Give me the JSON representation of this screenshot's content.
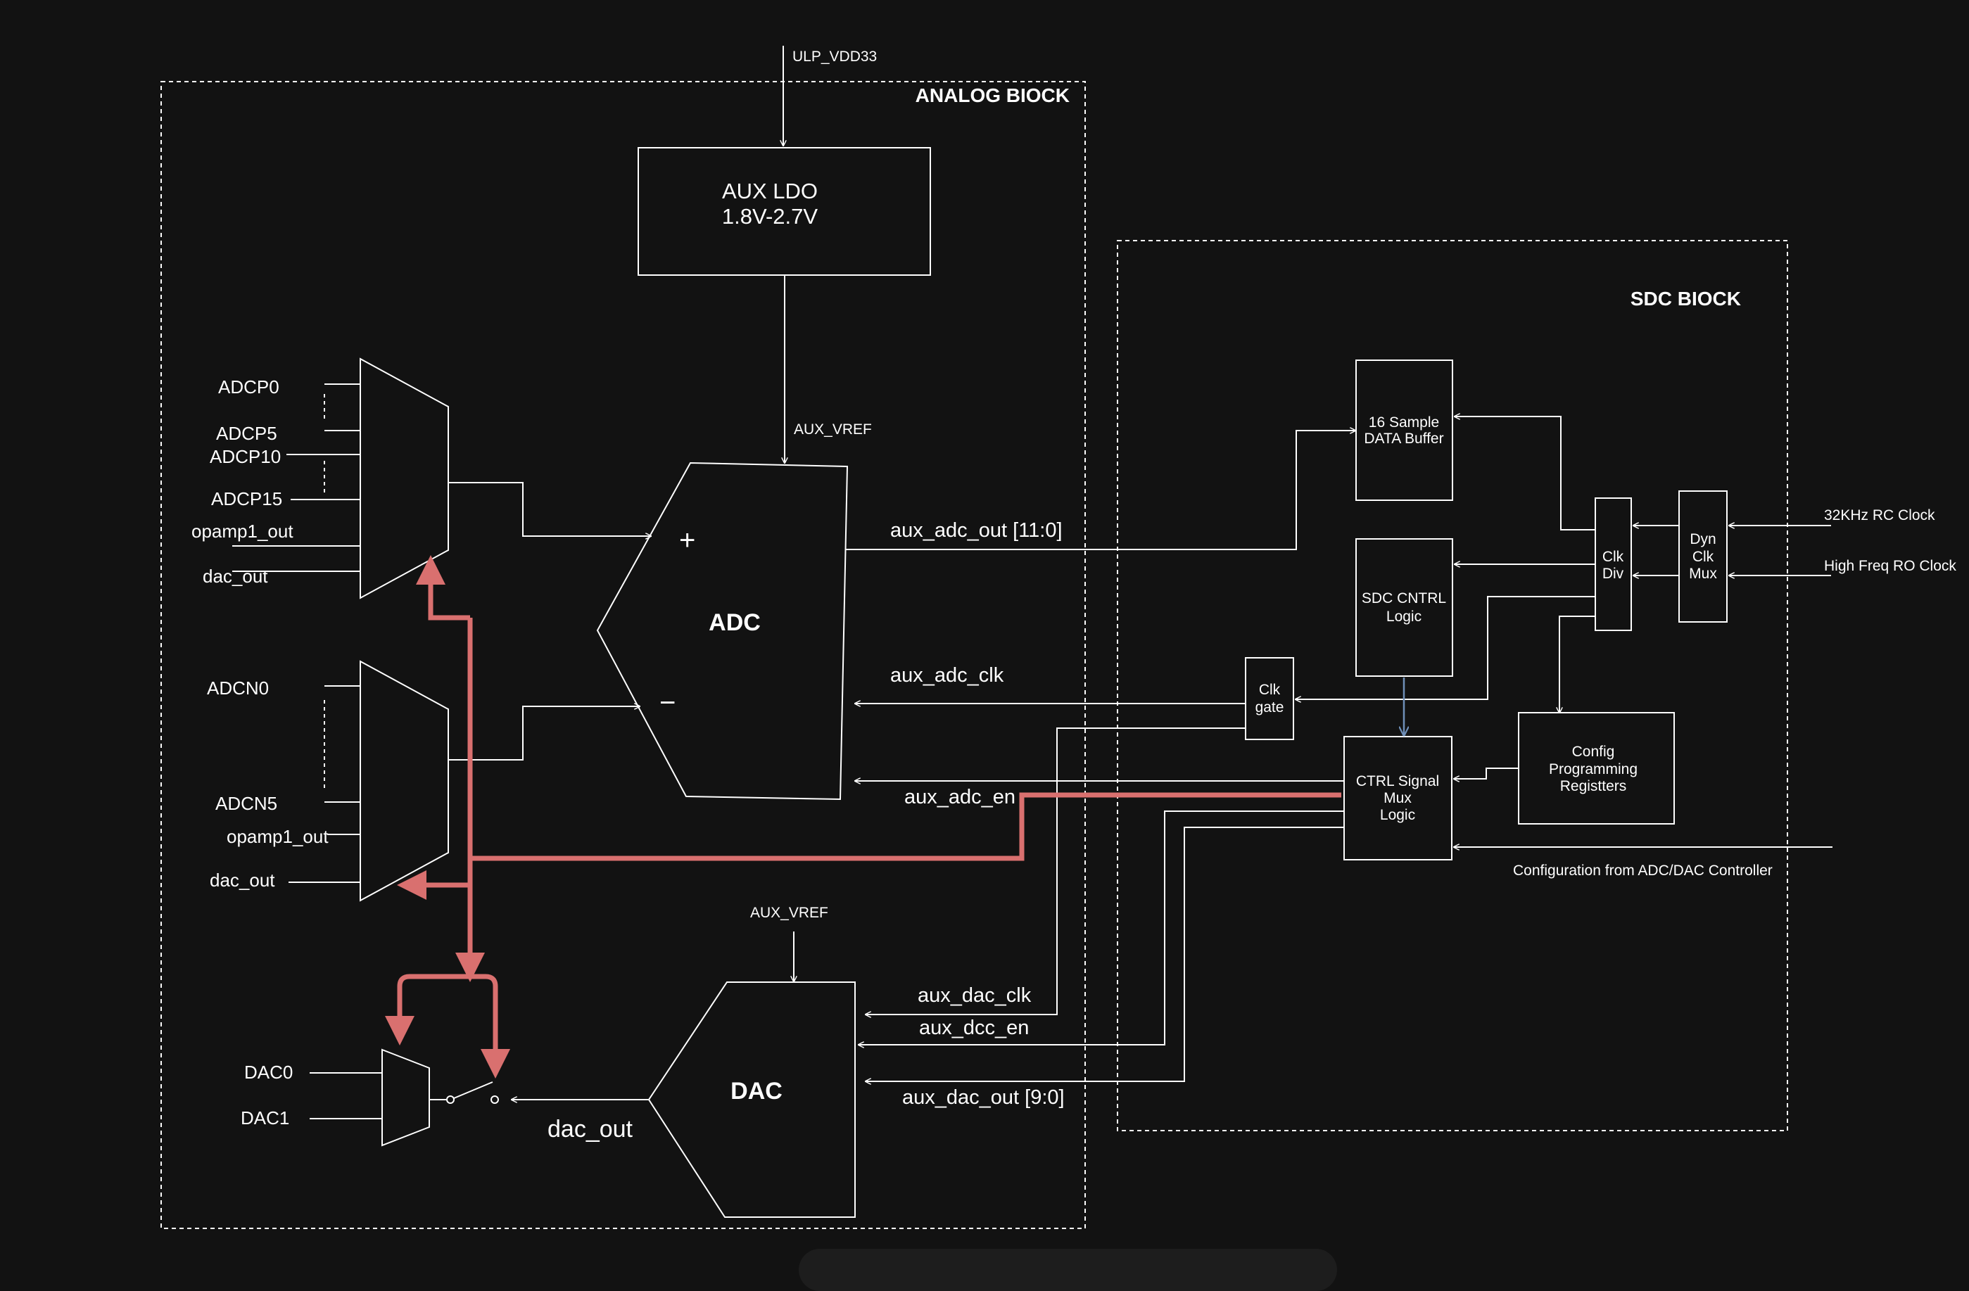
{
  "colors": {
    "background": "#121212",
    "line": "#ffffff",
    "highlight_path": "#d9706f",
    "ctrl_arrow": "#6f8fb8"
  },
  "analog_block": {
    "title": "ANALOG BIOCK"
  },
  "sdc_block": {
    "title": "SDC BIOCK"
  },
  "supply": {
    "label": "ULP_VDD33"
  },
  "aux_ldo": {
    "line1": "AUX LDO",
    "line2": "1.8V-2.7V"
  },
  "adc": {
    "label": "ADC",
    "vref_label": "AUX_VREF",
    "plus": "+",
    "minus": "−"
  },
  "mux_p_inputs": [
    "ADCP0",
    "ADCP5",
    "ADCP10",
    "ADCP15",
    "opamp1_out",
    "dac_out"
  ],
  "mux_n_inputs": [
    "ADCN0",
    "ADCN5",
    "opamp1_out",
    "dac_out"
  ],
  "dac": {
    "label": "DAC",
    "vref_label": "AUX_VREF",
    "output_label": "dac_out",
    "outputs": [
      "DAC0",
      "DAC1"
    ]
  },
  "signals": {
    "aux_adc_out": "aux_adc_out [11:0]",
    "aux_adc_clk": "aux_adc_clk",
    "aux_adc_en": "aux_adc_en",
    "aux_dac_clk": "aux_dac_clk",
    "aux_dcc_en": "aux_dcc_en",
    "aux_dac_out": "aux_dac_out [9:0]"
  },
  "sdc_blocks": {
    "data_buffer": [
      "16 Sample",
      "DATA Buffer"
    ],
    "cntrl_logic": [
      "SDC CNTRL",
      "Logic"
    ],
    "clk_div": [
      "Clk",
      "Div"
    ],
    "dyn_clk_mux": [
      "Dyn",
      "Clk",
      "Mux"
    ],
    "clk_gate": [
      "Clk",
      "gate"
    ],
    "ctrl_mux": [
      "CTRL Signal",
      "Mux",
      "Logic"
    ],
    "config_regs": [
      "Config",
      "Programming",
      "Registters"
    ]
  },
  "clock_inputs": [
    "32KHz RC Clock",
    "High Freq RO Clock"
  ],
  "config_input": "Configuration from ADC/DAC Controller"
}
